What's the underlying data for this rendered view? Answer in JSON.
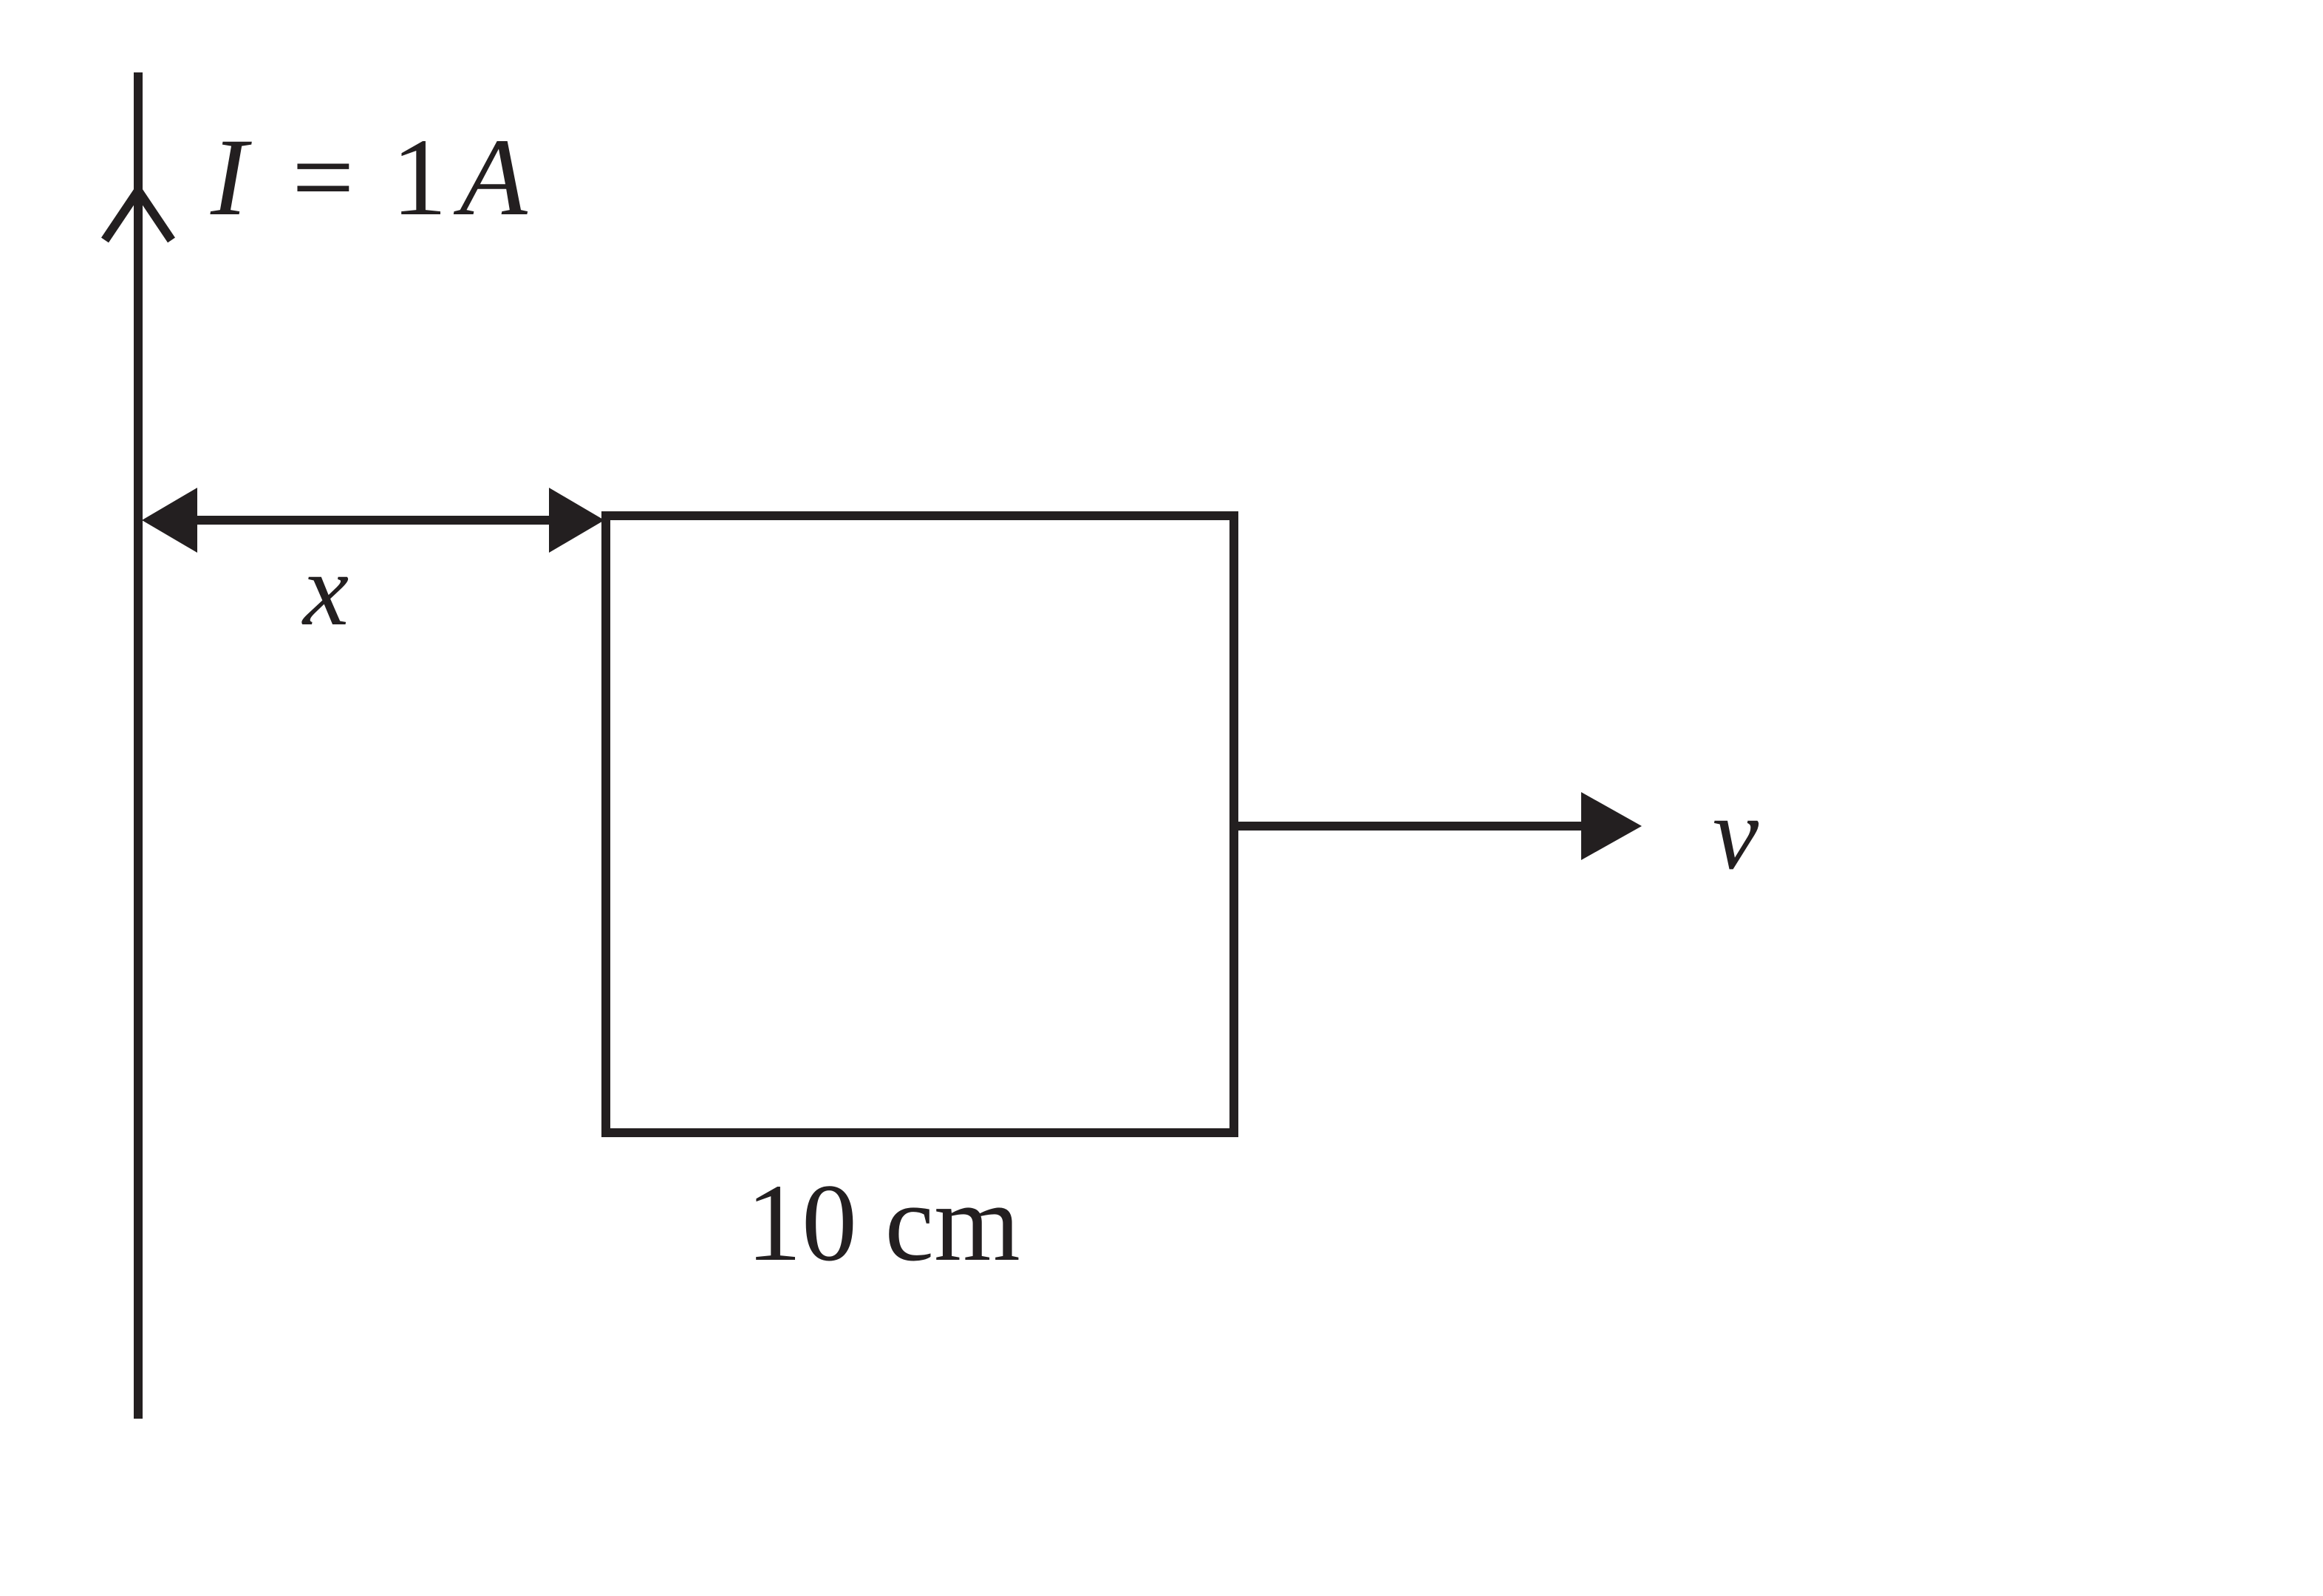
{
  "diagram": {
    "current_symbol": "I",
    "current_equals": "=",
    "current_value": "1",
    "current_unit": "A",
    "distance_label": "x",
    "side_label": "10 cm",
    "velocity_label": "v",
    "colors": {
      "ink": "#231f20",
      "background": "#ffffff"
    }
  }
}
